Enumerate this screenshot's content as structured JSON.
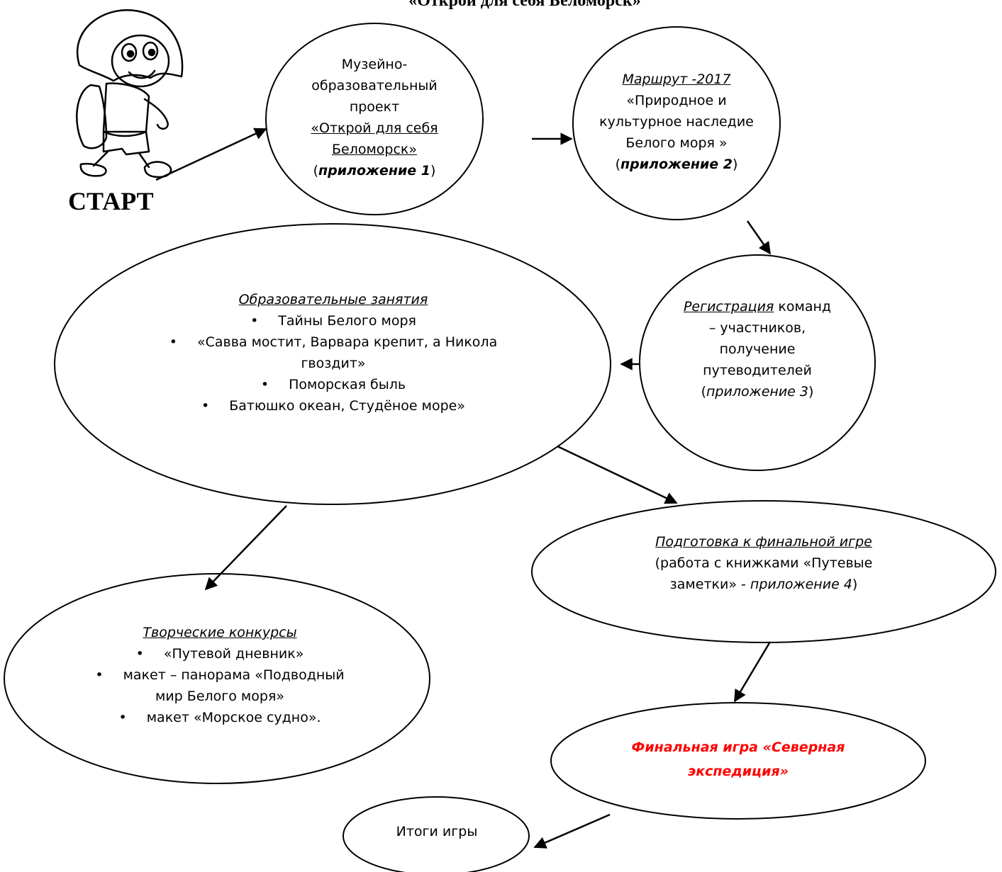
{
  "header": {
    "title": "«Открой для себя Беломорск»"
  },
  "start": {
    "label": "СТАРТ",
    "mascot_icon": "walking-girl-mascot-icon"
  },
  "nodes": {
    "museum_project": {
      "line1": "Музейно-",
      "line2": "образовательный",
      "line3": "проект",
      "line4": "«Открой для себя",
      "line5": "Беломорск»",
      "line6_open": "(",
      "line6_appendix": "приложение 1",
      "line6_close": ")"
    },
    "route": {
      "line1": "Маршрут -2017",
      "line2": "«Природное и",
      "line3": "культурное наследие",
      "line4": "Белого моря »",
      "line5_open": "(",
      "line5_appendix": "приложение 2",
      "line5_close": ")"
    },
    "registration": {
      "heading": "Регистрация",
      "line1_rest": " команд",
      "line2": "– участников,",
      "line3": "получение",
      "line4": "путеводителей",
      "line5_open": "(",
      "line5_appendix": "приложение 3",
      "line5_close": ")"
    },
    "lessons": {
      "heading": "Образовательные занятия",
      "items": [
        "Тайны Белого моря",
        "«Савва мостит, Варвара крепит, а Никола",
        "гвоздит»",
        "Поморская быль",
        "Батюшко океан, Студёное море»"
      ]
    },
    "preparation": {
      "heading": "Подготовка к финальной игре",
      "line2": "(работа с книжками «Путевые",
      "line3_start": "заметки» - ",
      "line3_appendix": "приложение 4",
      "line3_close": ")"
    },
    "contests": {
      "heading": "Творческие конкурсы",
      "items": [
        "«Путевой дневник»",
        "макет – панорама «Подводный",
        "мир Белого моря»",
        "макет «Морское судно»."
      ]
    },
    "final_game": {
      "line1": "Финальная игра «Северная",
      "line2": "экспедиция»"
    },
    "results": {
      "label": "Итоги игры"
    }
  },
  "colors": {
    "ink": "#000000",
    "final_accent": "#ff0000",
    "background": "#ffffff"
  }
}
